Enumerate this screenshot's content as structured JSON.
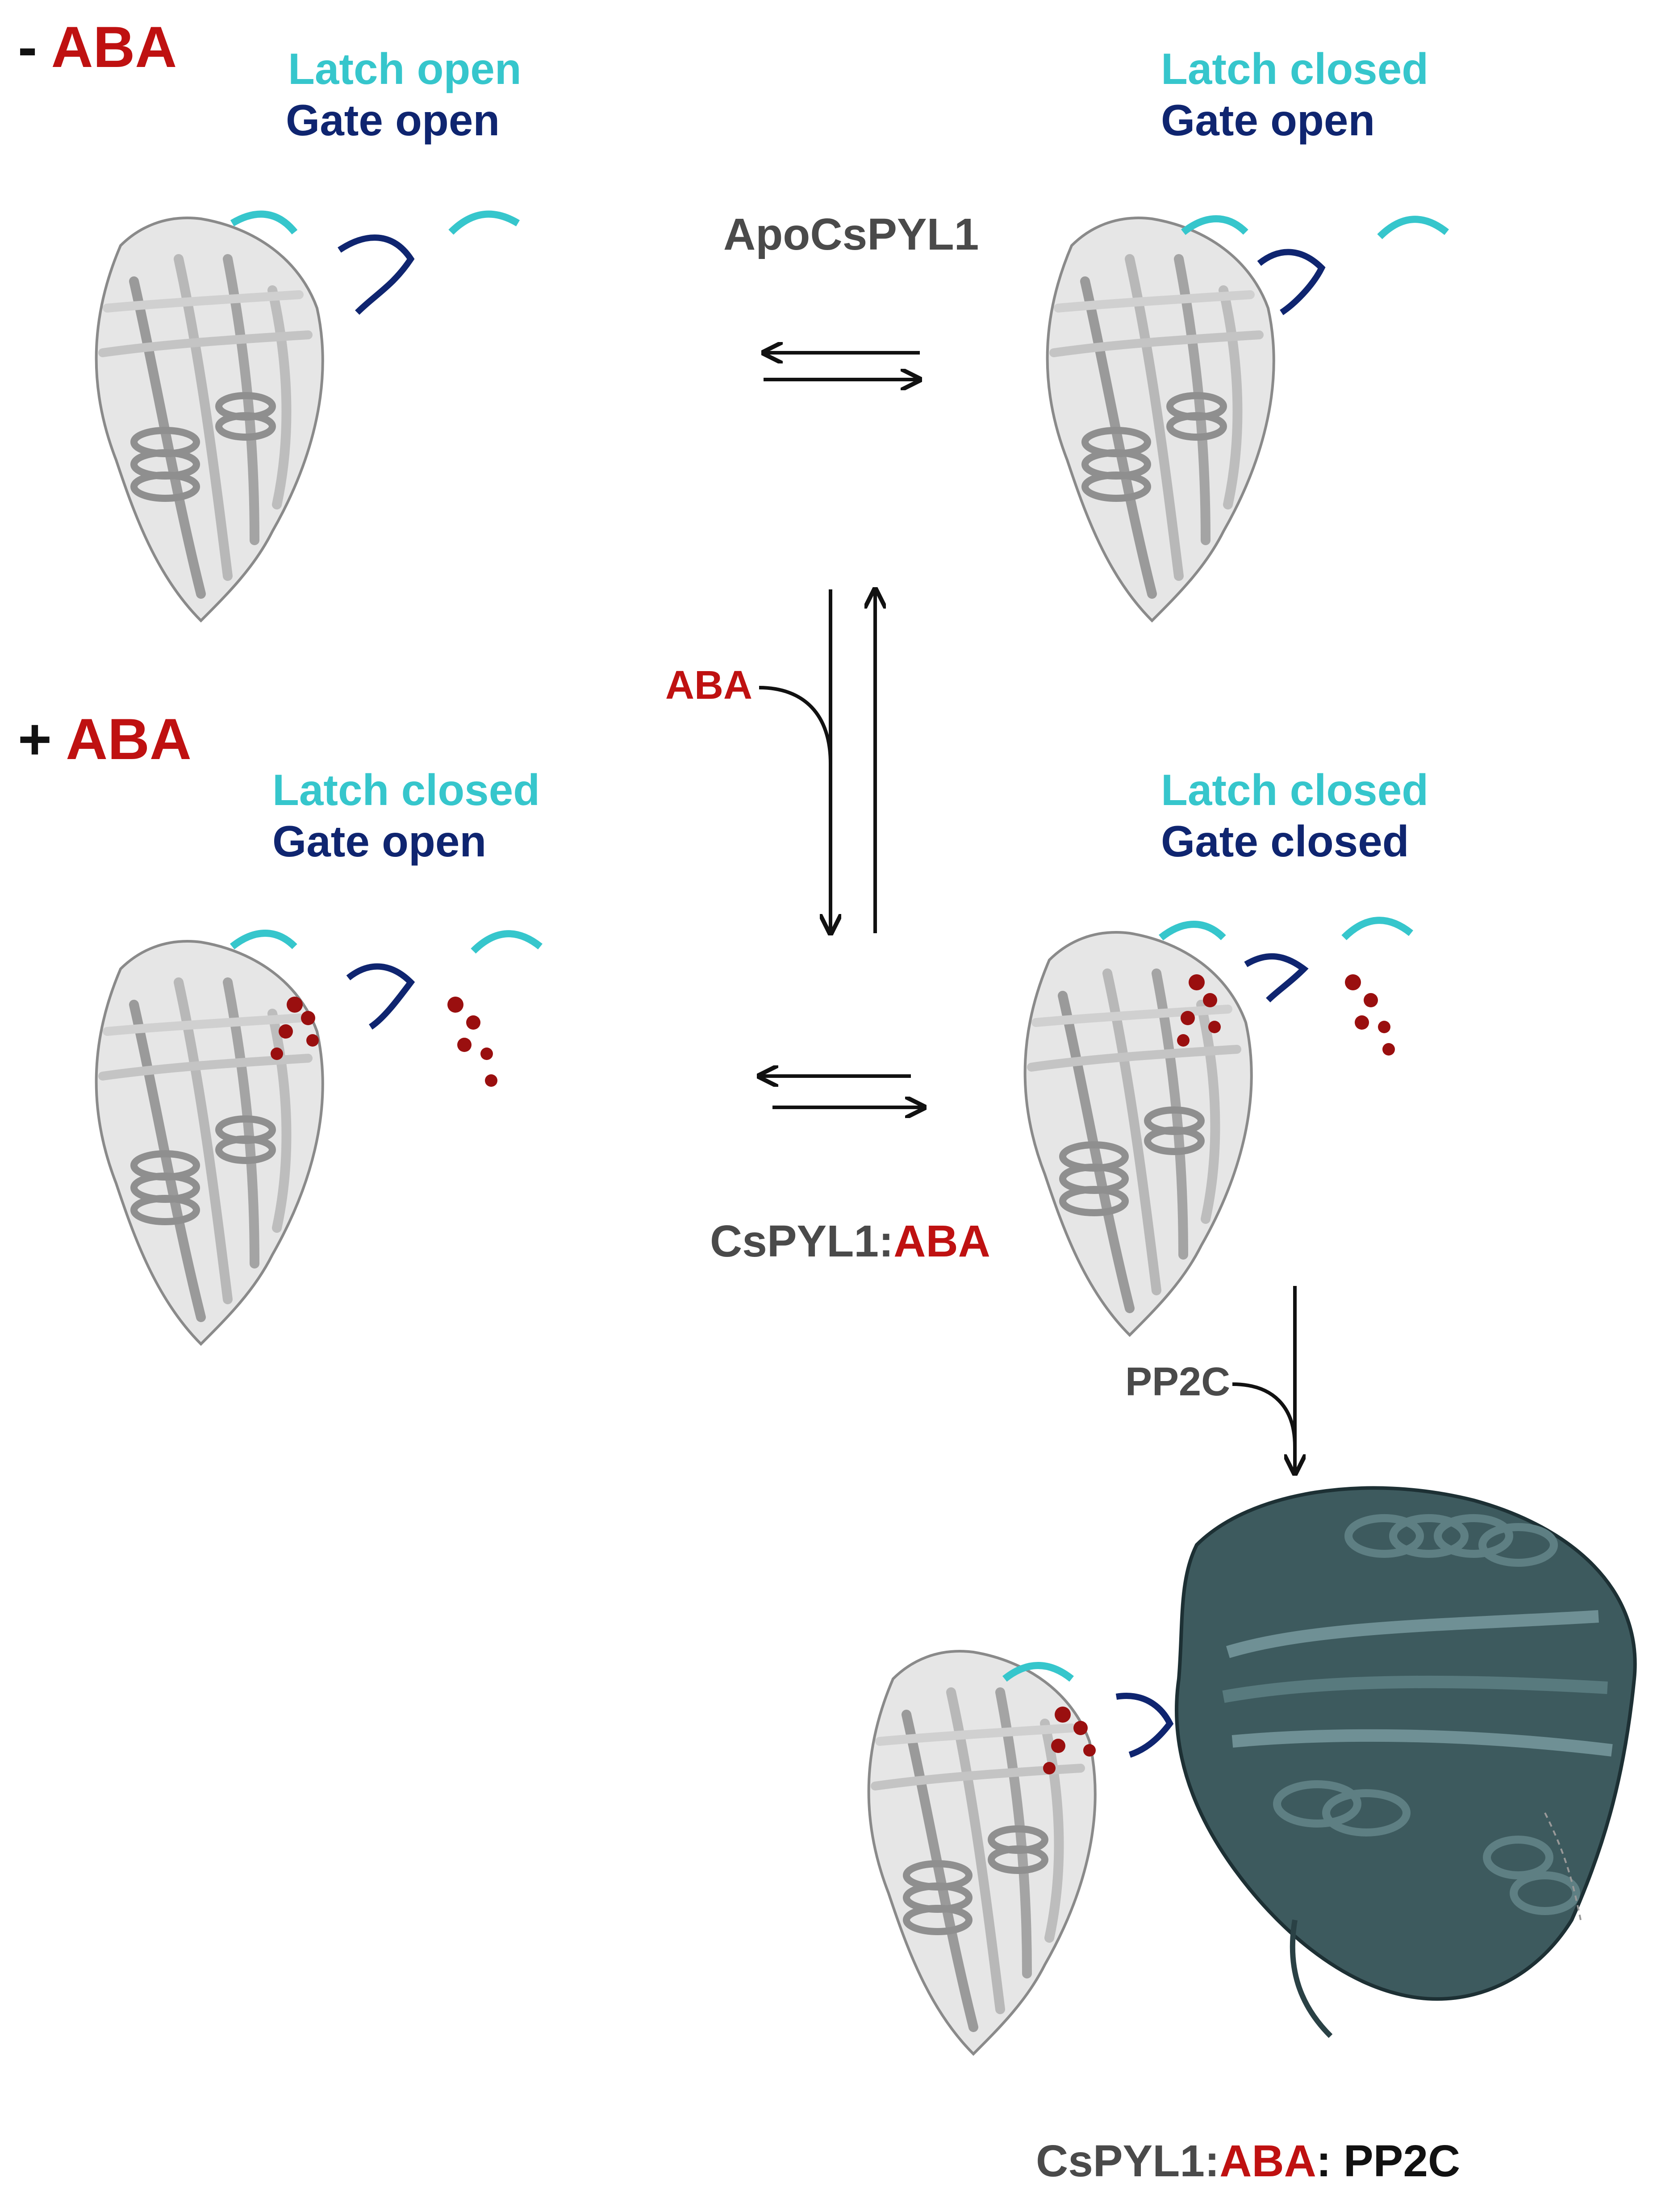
{
  "conditions": {
    "minus": {
      "sign": "-",
      "ligand": "ABA"
    },
    "plus": {
      "sign": "+",
      "ligand": "ABA"
    }
  },
  "states": {
    "s1": {
      "latch": "Latch open",
      "gate": "Gate open"
    },
    "s2": {
      "latch": "Latch closed",
      "gate": "Gate open"
    },
    "s3": {
      "latch": "Latch closed",
      "gate": "Gate open"
    },
    "s4": {
      "latch": "Latch closed",
      "gate": "Gate closed"
    }
  },
  "complex_labels": {
    "apo": "ApoCsPYL1",
    "holo": {
      "protein": "CsPYL1:",
      "ligand": "ABA"
    },
    "ternary": {
      "protein": "CsPYL1:",
      "ligand": "ABA",
      "sep": ":",
      "partner": " PP2C"
    }
  },
  "arrow_labels": {
    "aba": "ABA",
    "pp2c": "PP2C"
  },
  "colors": {
    "latch": "#36c6cc",
    "gate": "#0f2570",
    "aba": "#bf1111",
    "protein": "#c8c8c8",
    "pp2c": "#2f4a4d",
    "label_gray": "#4a4a4a"
  }
}
